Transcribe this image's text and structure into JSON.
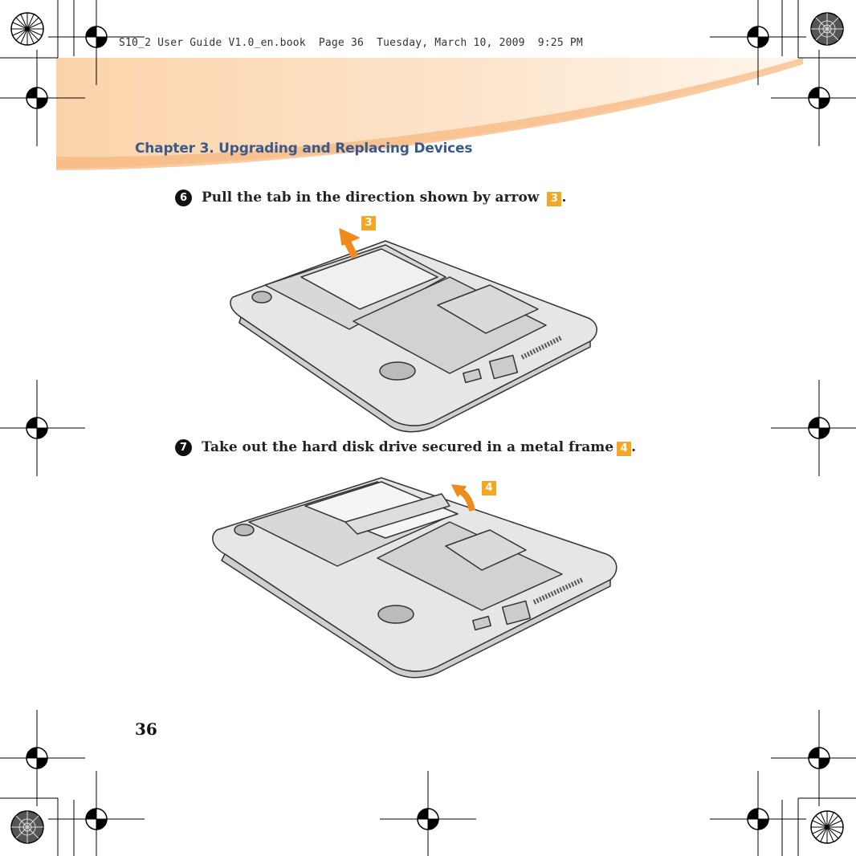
{
  "header": {
    "book_info": "S10_2 User Guide V1.0_en.book  Page 36  Tuesday, March 10, 2009  9:25 PM"
  },
  "chapter_title": "Chapter 3. Upgrading and Replacing Devices",
  "steps": [
    {
      "number": "6",
      "text": "Pull the tab in the direction shown by arrow",
      "callout": "3",
      "suffix": "."
    },
    {
      "number": "7",
      "text": "Take out the hard disk drive secured in a metal frame",
      "callout": "4",
      "suffix": "."
    }
  ],
  "figures": [
    {
      "callout": "3"
    },
    {
      "callout": "4"
    }
  ],
  "page_number": "36",
  "colors": {
    "band": "#fce3c8",
    "chapter_text": "#3a5a8c",
    "callout": "#f5a623"
  }
}
